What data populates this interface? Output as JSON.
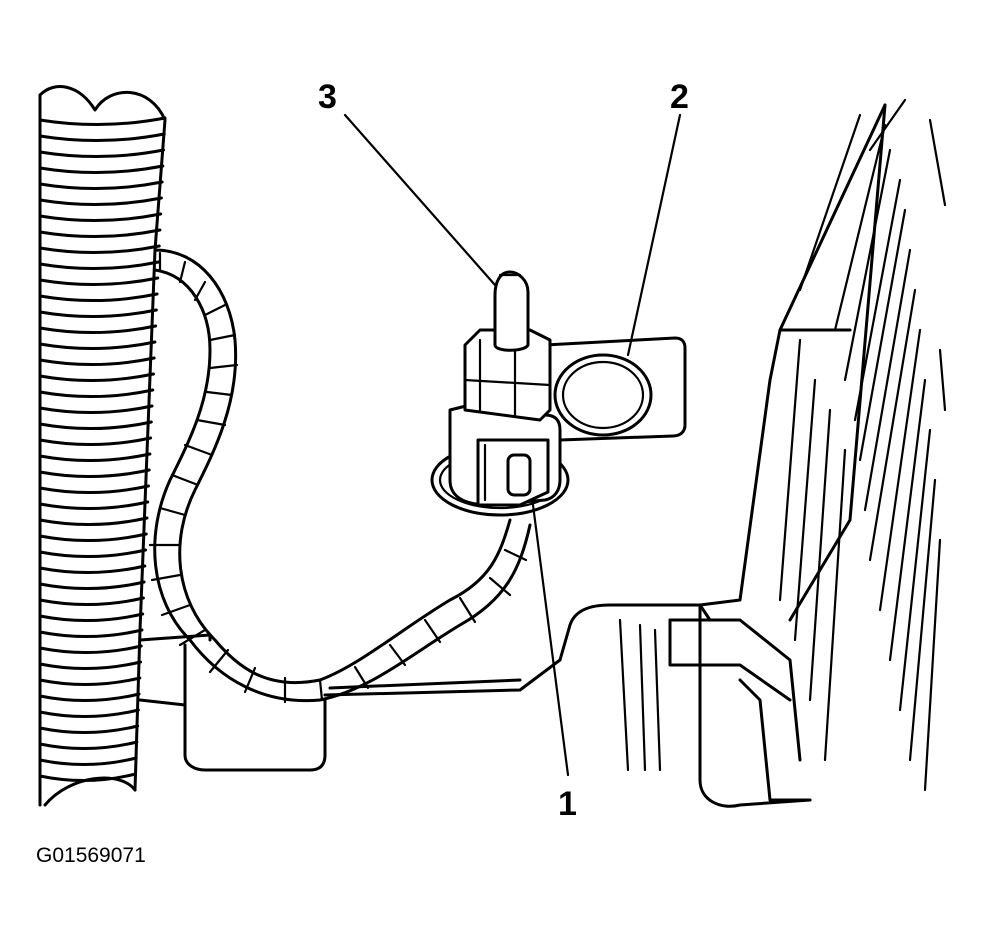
{
  "callouts": [
    {
      "id": "1",
      "label": "1"
    },
    {
      "id": "2",
      "label": "2"
    },
    {
      "id": "3",
      "label": "3"
    }
  ],
  "figure_id": "G01569071"
}
